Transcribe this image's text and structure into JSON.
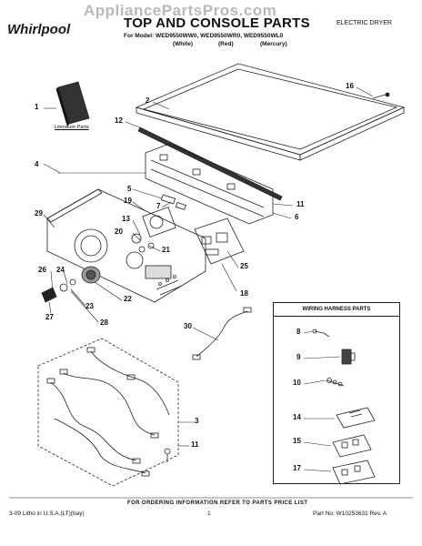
{
  "watermark": "AppliancePartsPros.com",
  "brand": "Whirlpool",
  "page_title": "TOP AND CONSOLE PARTS",
  "doc_type": "ELECTRIC DRYER",
  "model_line": "For Model: WED9550WW0, WED9550WR0, WED9550WL0",
  "variants": [
    "(White)",
    "(Red)",
    "(Mercury)"
  ],
  "literature_label": "Literature Parts",
  "harness_title": "WIRING HARNESS PARTS",
  "callouts": {
    "c1": "1",
    "c2": "2",
    "c3": "3",
    "c4": "4",
    "c5": "5",
    "c6": "6",
    "c7": "7",
    "c8": "8",
    "c9": "9",
    "c10": "10",
    "c11a": "11",
    "c11b": "11",
    "c12": "12",
    "c13": "13",
    "c14": "14",
    "c15": "15",
    "c16": "16",
    "c17": "17",
    "c18": "18",
    "c19": "19",
    "c20": "20",
    "c21": "21",
    "c22": "22",
    "c23": "23",
    "c24": "24",
    "c25": "25",
    "c26": "26",
    "c27": "27",
    "c28": "28",
    "c29": "29",
    "c30": "30"
  },
  "footer": {
    "note": "FOR ORDERING INFORMATION REFER TO PARTS PRICE LIST",
    "left": "3-09 Litho in U.S.A.(LT)(bay)",
    "page": "1",
    "right": "Part No. W10253631 Rev. A"
  }
}
